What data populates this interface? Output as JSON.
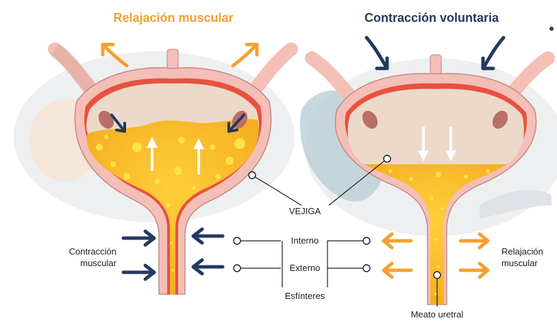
{
  "colors": {
    "relax": "#f5a02e",
    "contract": "#24395f",
    "wall": "#f4bfb6",
    "wall_inner": "#e7523f",
    "urine": "#f7b928",
    "bubble": "#ffe24a",
    "empty": "#ecd9c9"
  },
  "titles": {
    "left": "Relajación muscular",
    "right": "Contracción voluntaria"
  },
  "labels": {
    "bladder": "VEJIGA",
    "internal": "Interno",
    "external": "Externo",
    "sphincters": "Esfínteres",
    "meatus": "Meato uretral",
    "left_side": [
      "Contracción",
      "muscular"
    ],
    "right_side": [
      "Relajación",
      "muscular"
    ]
  },
  "icons": {
    "push_arrow": "arrow-icon",
    "callout_dot": "circle-marker-icon"
  }
}
